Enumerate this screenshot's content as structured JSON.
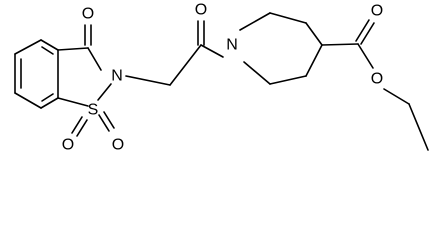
{
  "atoms": {
    "oxo_oxygen": "O",
    "ring_nitrogen": "N",
    "sulfur": "S",
    "sulfonyl_oxygen_left": "O",
    "sulfonyl_oxygen_right": "O",
    "amide_oxygen": "O",
    "piperidine_nitrogen": "N",
    "ester_carbonyl_oxygen": "O",
    "ester_ether_oxygen": "O"
  }
}
